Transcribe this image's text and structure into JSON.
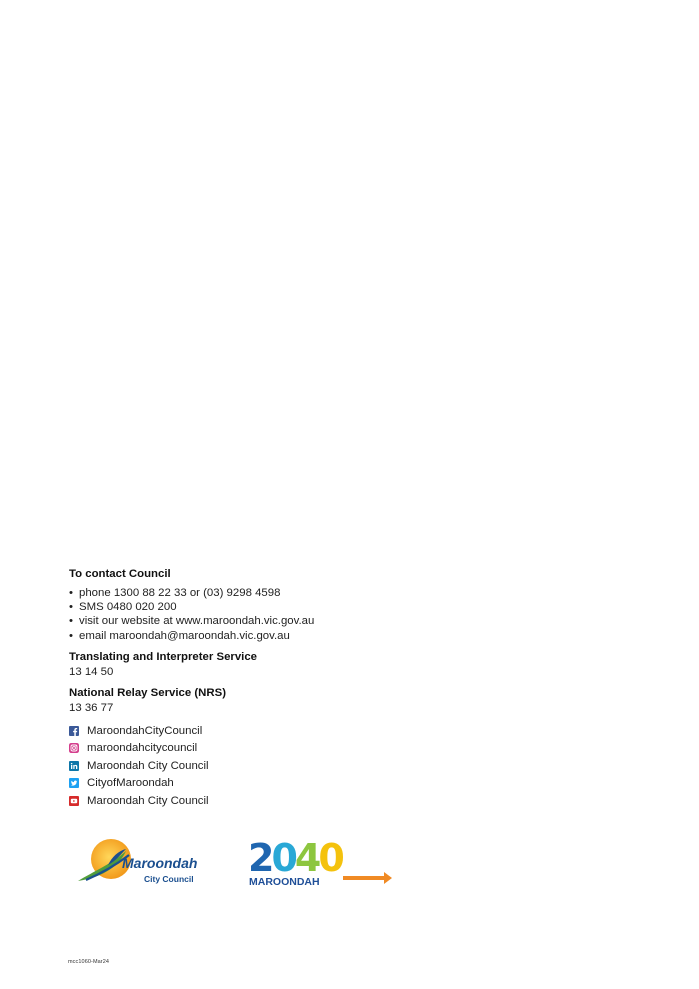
{
  "contact": {
    "heading": "To contact Council",
    "items": [
      "phone 1300 88 22 33 or (03) 9298 4598",
      "SMS 0480 020 200",
      "visit our website at www.maroondah.vic.gov.au",
      "email maroondah@maroondah.vic.gov.au"
    ]
  },
  "translating": {
    "heading": "Translating and Interpreter Service",
    "number": "13 14 50"
  },
  "nrs": {
    "heading": "National Relay Service (NRS)",
    "number": "13 36 77"
  },
  "social": [
    {
      "icon": "facebook-icon",
      "label": "MaroondahCityCouncil",
      "color": "#3b5998"
    },
    {
      "icon": "instagram-icon",
      "label": "maroondahcitycouncil",
      "color": "#c13584"
    },
    {
      "icon": "linkedin-icon",
      "label": "Maroondah City Council",
      "color": "#0e76a8"
    },
    {
      "icon": "twitter-icon",
      "label": "CityofMaroondah",
      "color": "#1da1f2"
    },
    {
      "icon": "youtube-icon",
      "label": "Maroondah City Council",
      "color": "#d62b2b"
    }
  ],
  "logos": {
    "council": {
      "line1": "Maroondah",
      "line2": "City Council"
    },
    "vision": {
      "year": "2040",
      "name": "MAROONDAH"
    }
  },
  "footer": {
    "code": "mcc1060-Mar24"
  },
  "colors": {
    "council_blue": "#1b4f8f",
    "council_green": "#3b9a3e",
    "council_orange": "#f3a81b",
    "vision_blue": "#1f66b0",
    "vision_green": "#8dc63f",
    "vision_yellow": "#f4c20d",
    "vision_orange": "#f08a24"
  }
}
